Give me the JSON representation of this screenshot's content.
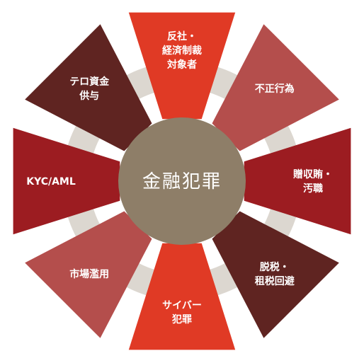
{
  "center": {
    "label": "金融犯罪",
    "color": "#8e7e68"
  },
  "ring_color": "#dcd7d0",
  "segments": [
    {
      "lines": [
        "反社・",
        "経済制裁",
        "対象者"
      ],
      "color": "#e03a25"
    },
    {
      "lines": [
        "不正行為"
      ],
      "color": "#b44e4c"
    },
    {
      "lines": [
        "贈収賄・",
        "汚職"
      ],
      "color": "#9c1c21"
    },
    {
      "lines": [
        "脱税・",
        "租税回避"
      ],
      "color": "#5f2421"
    },
    {
      "lines": [
        "サイバー",
        "犯罪"
      ],
      "color": "#e03a25"
    },
    {
      "lines": [
        "市場濫用"
      ],
      "color": "#b44e4c"
    },
    {
      "lines": [
        "KYC/AML"
      ],
      "color": "#9c1c21"
    },
    {
      "lines": [
        "テロ資金",
        "供与"
      ],
      "color": "#5f2421"
    }
  ]
}
